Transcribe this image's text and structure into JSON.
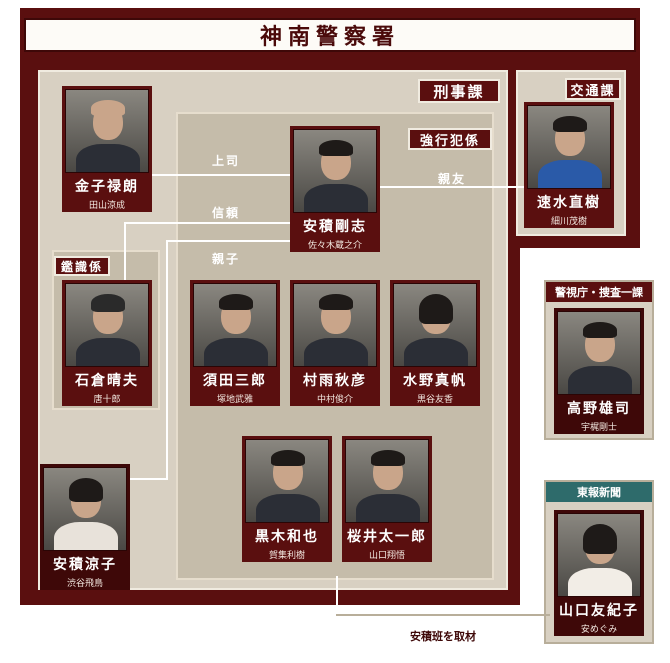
{
  "title": "神南警察署",
  "sections": {
    "keiji": "刑事課",
    "kyoko": "強行犯係",
    "kotsu": "交通課",
    "kanshiki": "鑑識係",
    "keishicho": "警視庁・捜査一課",
    "toho": "東報新聞"
  },
  "relations": {
    "joshi": "上司",
    "shinrai": "信頼",
    "shinyu": "親友",
    "oyako": "親子",
    "shuzai": "安積班を取材"
  },
  "people": {
    "kaneko": {
      "name": "金子禄朗",
      "actor": "田山涼成"
    },
    "azumi": {
      "name": "安積剛志",
      "actor": "佐々木蔵之介"
    },
    "hayami": {
      "name": "速水直樹",
      "actor": "細川茂樹"
    },
    "ishikura": {
      "name": "石倉晴夫",
      "actor": "唐十郎"
    },
    "suda": {
      "name": "須田三郎",
      "actor": "塚地武雅"
    },
    "murasame": {
      "name": "村雨秋彦",
      "actor": "中村俊介"
    },
    "mizuno": {
      "name": "水野真帆",
      "actor": "黒谷友香"
    },
    "takano": {
      "name": "高野雄司",
      "actor": "宇梶剛士"
    },
    "kuroki": {
      "name": "黒木和也",
      "actor": "賀集利樹"
    },
    "sakurai": {
      "name": "桜井太一郎",
      "actor": "山口翔悟"
    },
    "ryoko": {
      "name": "安積涼子",
      "actor": "渋谷飛鳥"
    },
    "yamaguchi": {
      "name": "山口友紀子",
      "actor": "安めぐみ"
    }
  },
  "colors": {
    "frame": "#5a0f0f",
    "panel": "#d8d0c2",
    "inner_panel": "#c5bcaa",
    "keishicho_label": "#5a0f0f",
    "toho_label": "#2e6b6b"
  }
}
